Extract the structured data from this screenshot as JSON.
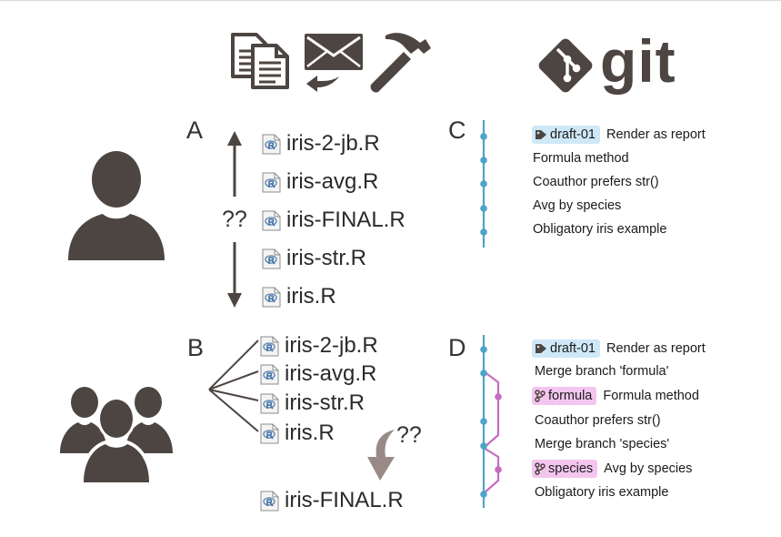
{
  "git_logo": {
    "wordmark": "git",
    "color": "#4d4541"
  },
  "colors": {
    "dark": "#4d4541",
    "git_blue": "#4ea3c8",
    "branch_pink": "#c56cc0",
    "tag_blue_bg": "#cfe8f7",
    "tag_pink_bg": "#f4c6ef",
    "down_arrow": "#9a8a86"
  },
  "icons": {
    "top": [
      "copy-documents-icon",
      "forward-mail-icon",
      "hammer-icon"
    ],
    "single_user": "user-icon",
    "group": "users-group-icon",
    "tag": "tag-icon",
    "branch": "branch-icon",
    "file": "r-script-file-icon"
  },
  "panels": {
    "A": {
      "letter": "A",
      "uncertainty": "??",
      "files": [
        "iris-2-jb.R",
        "iris-avg.R",
        "iris-FINAL.R",
        "iris-str.R",
        "iris.R"
      ]
    },
    "B": {
      "letter": "B",
      "uncertainty": "??",
      "files": [
        "iris-2-jb.R",
        "iris-avg.R",
        "iris-str.R",
        "iris.R"
      ],
      "result": "iris-FINAL.R"
    },
    "C": {
      "letter": "C",
      "tag": "draft-01",
      "commits": [
        "Render as report",
        "Formula method",
        "Coauthor prefers str()",
        "Avg by species",
        "Obligatory iris example"
      ]
    },
    "D": {
      "letter": "D",
      "tags": [
        "draft-01",
        "formula",
        "species"
      ],
      "commits": [
        "Render as report",
        "Merge branch 'formula'",
        "Formula method",
        "Coauthor prefers str()",
        "Merge branch 'species'",
        "Avg by species",
        "Obligatory iris example"
      ]
    }
  }
}
